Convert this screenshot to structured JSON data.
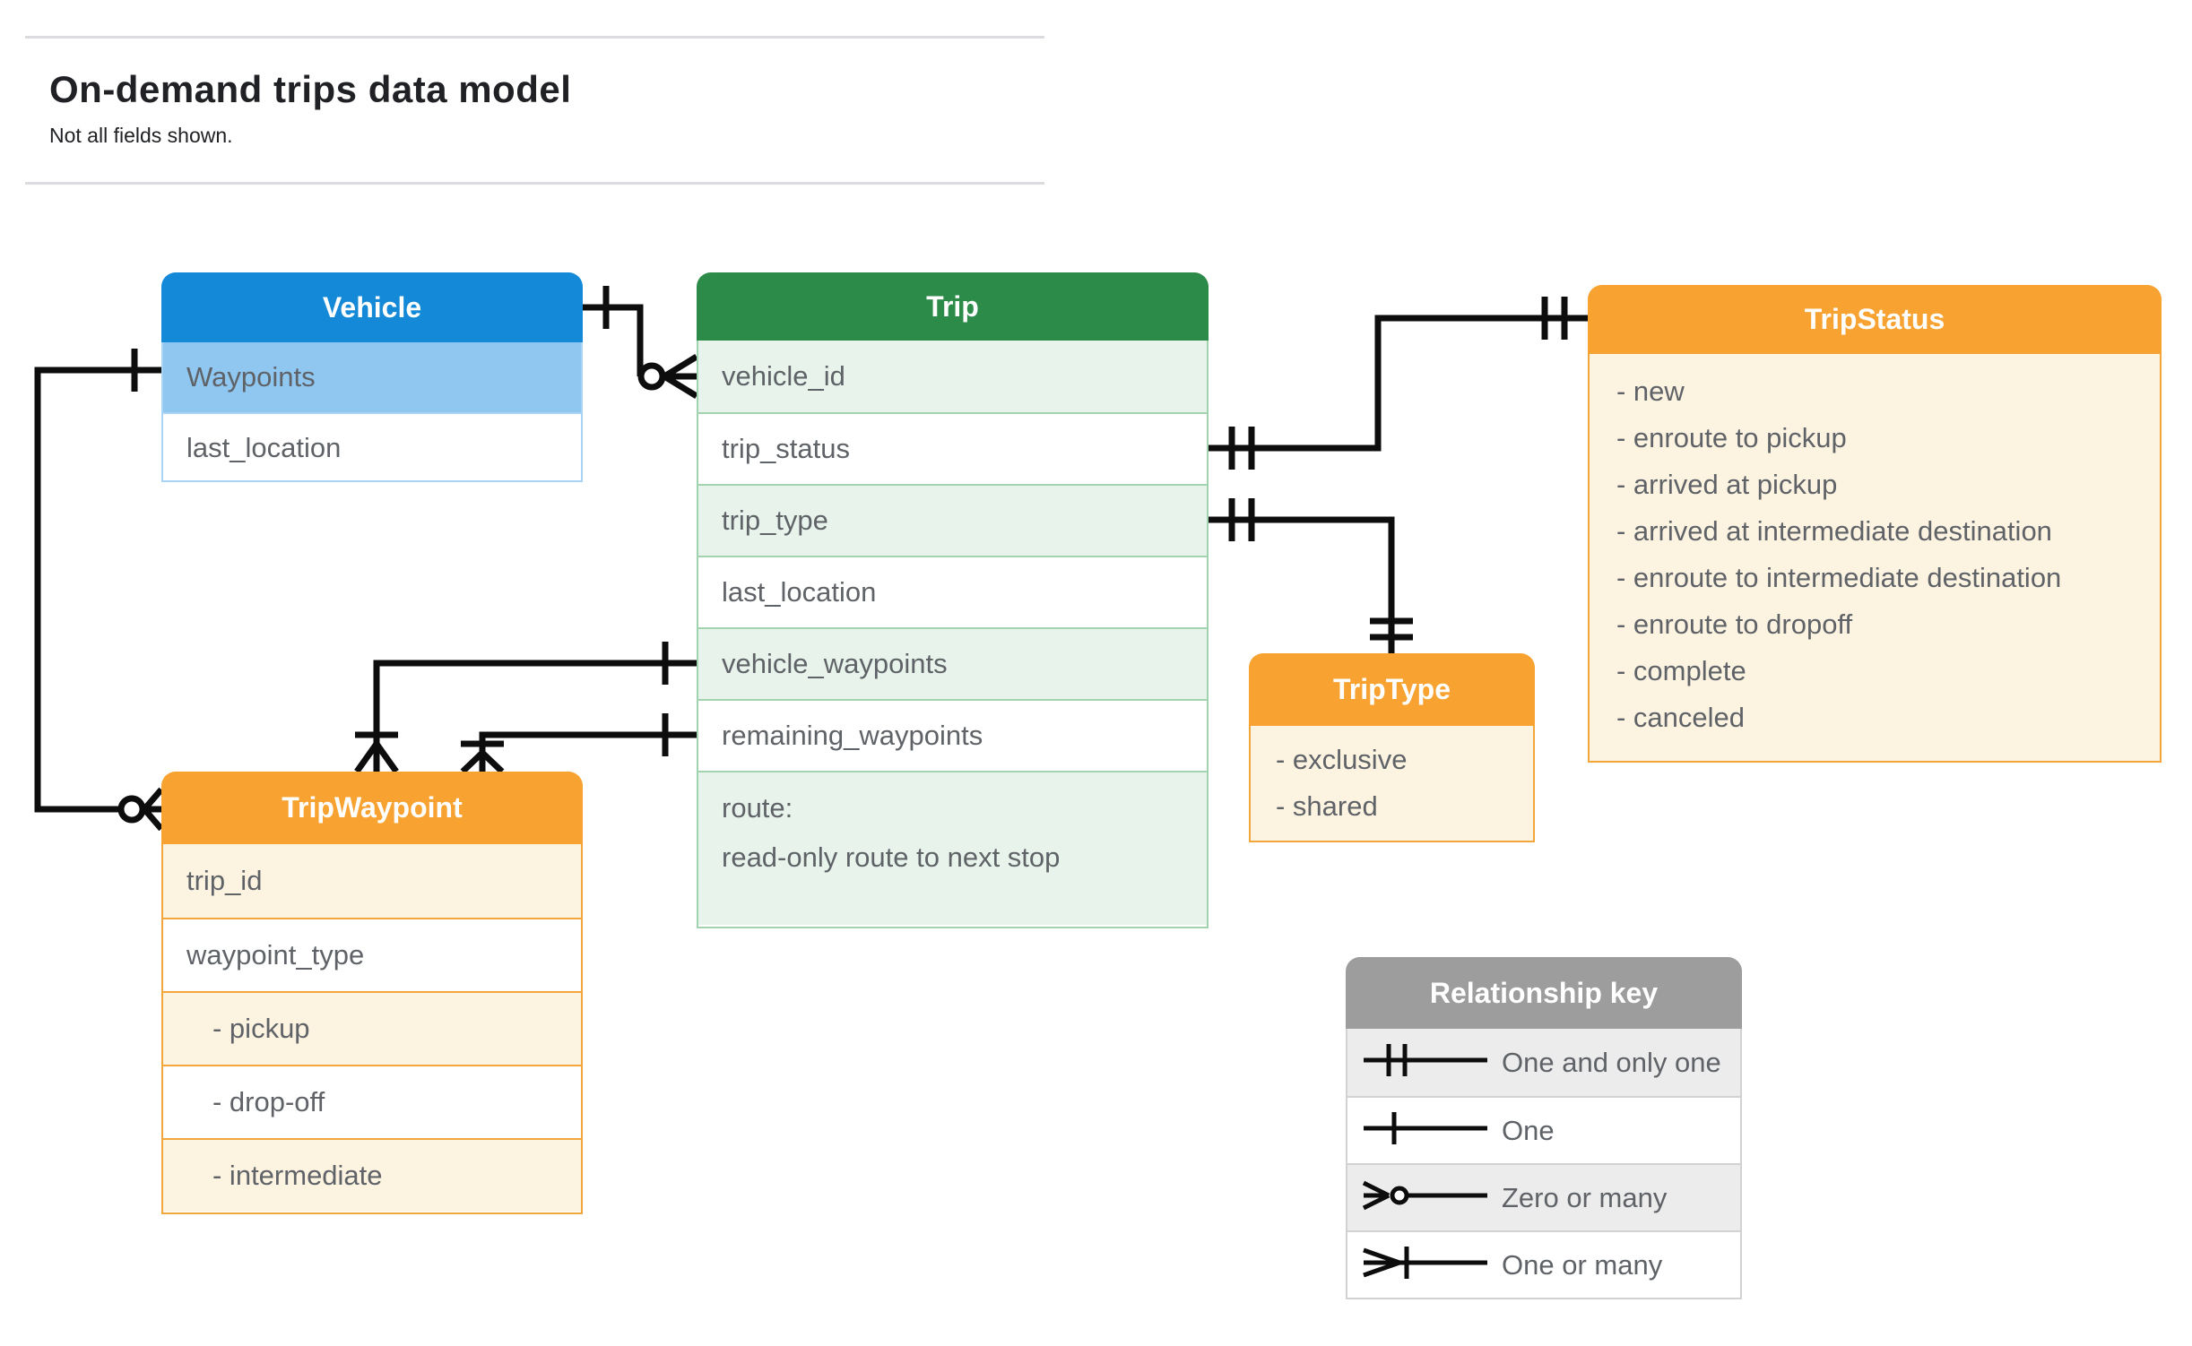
{
  "page": {
    "title": "On-demand trips data model",
    "subtitle": "Not all fields shown."
  },
  "entities": {
    "vehicle": {
      "title": "Vehicle",
      "fields": [
        {
          "label": "Waypoints"
        },
        {
          "label": "last_location"
        }
      ]
    },
    "trip": {
      "title": "Trip",
      "fields": [
        {
          "label": "vehicle_id"
        },
        {
          "label": "trip_status"
        },
        {
          "label": "trip_type"
        },
        {
          "label": "last_location"
        },
        {
          "label": "vehicle_waypoints"
        },
        {
          "label": "remaining_waypoints"
        }
      ],
      "route": {
        "line1": "route:",
        "line2": "read-only route to next stop"
      }
    },
    "tripstatus": {
      "title": "TripStatus",
      "values": [
        "- new",
        "- enroute to pickup",
        "- arrived at pickup",
        "- arrived at intermediate destination",
        "- enroute to intermediate destination",
        "- enroute to dropoff",
        "- complete",
        "- canceled"
      ]
    },
    "triptype": {
      "title": "TripType",
      "values": [
        "- exclusive",
        "- shared"
      ]
    },
    "tripwaypoint": {
      "title": "TripWaypoint",
      "fields": [
        {
          "label": "trip_id"
        },
        {
          "label": "waypoint_type"
        }
      ],
      "values": [
        "- pickup",
        "- drop-off",
        "- intermediate"
      ]
    }
  },
  "legend": {
    "title": "Relationship key",
    "rows": [
      {
        "symbol": "one-and-only-one-symbol",
        "label": "One and only one"
      },
      {
        "symbol": "one-symbol",
        "label": "One"
      },
      {
        "symbol": "zero-or-many-symbol",
        "label": "Zero or many"
      },
      {
        "symbol": "one-or-many-symbol",
        "label": "One or many"
      }
    ]
  },
  "relationships": [
    {
      "from": "Vehicle",
      "to": "Trip.vehicle_id",
      "from_cardinality": "one",
      "to_cardinality": "zero-or-many"
    },
    {
      "from": "Vehicle.Waypoints",
      "to": "TripWaypoint",
      "from_cardinality": "one",
      "to_cardinality": "zero-or-many"
    },
    {
      "from": "Trip.trip_status",
      "to": "TripStatus",
      "from_cardinality": "one-and-only-one",
      "to_cardinality": "one-and-only-one"
    },
    {
      "from": "Trip.trip_type",
      "to": "TripType",
      "from_cardinality": "one-and-only-one",
      "to_cardinality": "one-and-only-one"
    },
    {
      "from": "Trip.vehicle_waypoints",
      "to": "TripWaypoint",
      "from_cardinality": "one",
      "to_cardinality": "one-or-many"
    },
    {
      "from": "Trip.remaining_waypoints",
      "to": "TripWaypoint",
      "from_cardinality": "one",
      "to_cardinality": "one-or-many"
    }
  ],
  "colors": {
    "blue_header": "#1489d8",
    "blue_row": "#8fc7f1",
    "blue_border": "#a9d4f5",
    "green_header": "#2d8b49",
    "green_row": "#e8f4eb",
    "green_border": "#a0d3ae",
    "orange_header": "#f8a331",
    "cream_row": "#fdf3e1",
    "orange_border": "#f3a73a",
    "gray_header": "#9d9d9d",
    "gray_row": "#ececec",
    "gray_border": "#d2d2d2",
    "field_text": "#5f6368",
    "title_text": "#202124",
    "connector": "#0d0d0d"
  }
}
